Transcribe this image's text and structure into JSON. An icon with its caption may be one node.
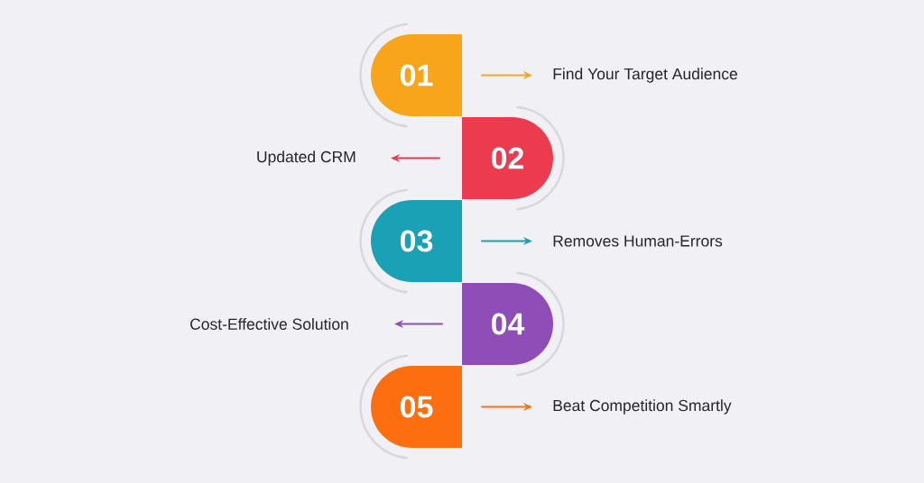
{
  "diagram": {
    "nodes": [
      {
        "text": [
          "01"
        ]
      },
      {
        "text": [
          "Find Your Target Audience"
        ]
      },
      {
        "text": [
          "Updated CRM"
        ]
      },
      {
        "text": [
          "02"
        ]
      },
      {
        "text": [
          "03"
        ]
      },
      {
        "text": [
          "Removes Human-Errors"
        ]
      },
      {
        "text": [
          "Cost-Effective Solution"
        ]
      },
      {
        "text": [
          "04"
        ]
      },
      {
        "text": [
          "05"
        ]
      },
      {
        "text": [
          "Beat Competition Smartly"
        ]
      }
    ],
    "edges": [
      {
        "from": 0,
        "to": 1,
        "arrow": "to",
        "color": "#f5a623"
      },
      {
        "from": 3,
        "to": 2,
        "arrow": "to",
        "color": "#e83c4e"
      },
      {
        "from": 4,
        "to": 5,
        "arrow": "to",
        "color": "#1ba1b5"
      },
      {
        "from": 7,
        "to": 6,
        "arrow": "to",
        "color": "#8e4db7"
      },
      {
        "from": 8,
        "to": 9,
        "arrow": "to",
        "color": "#fa7314"
      }
    ]
  }
}
